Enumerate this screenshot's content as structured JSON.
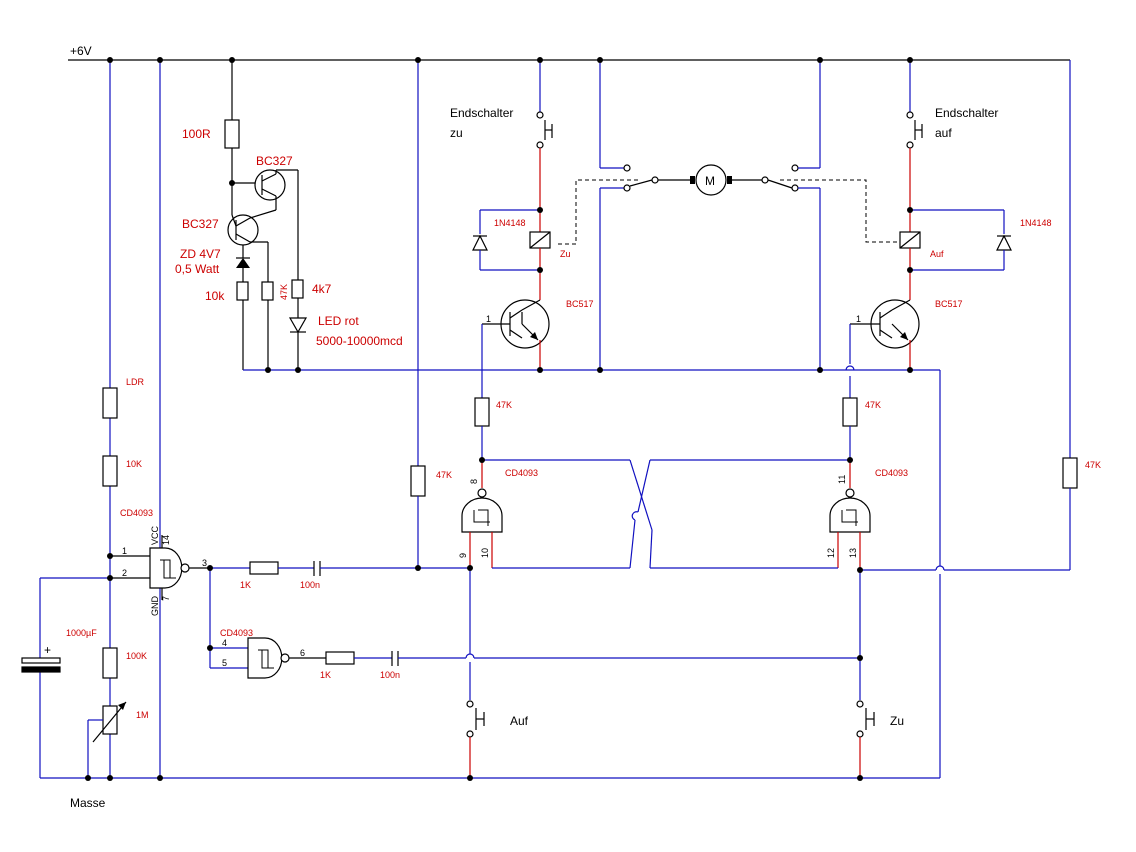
{
  "labels": {
    "supply": "+6V",
    "ground": "Masse",
    "r_100r": "100R",
    "q_bc327_1": "BC327",
    "q_bc327_2": "BC327",
    "zd_line1": "ZD 4V7",
    "zd_line2": "0,5 Watt",
    "r_10k_led": "10k",
    "r_47k_led": "47K",
    "r_4k7": "4k7",
    "led_line1": "LED  rot",
    "led_line2": "5000-10000mcd",
    "endschalter_left_1": "Endschalter",
    "endschalter_left_2": "zu",
    "endschalter_right_1": "Endschalter",
    "endschalter_right_2": "auf",
    "motor": "M",
    "diode_left": "1N4148",
    "diode_right": "1N4148",
    "relay_left": "Zu",
    "relay_right": "Auf",
    "q_bc517_left": "BC517",
    "q_bc517_right": "BC517",
    "q_pin_left": "1",
    "q_pin_right": "1",
    "r_47k_base_left": "47K",
    "r_47k_base_right": "47K",
    "ic_gate_b_name": "CD4093",
    "ic_gate_c_name": "CD4093",
    "ic_main_name": "CD4093",
    "ic_gate_d_name": "CD4093",
    "r_47k_mid": "47K",
    "r_47k_right": "47K",
    "r_ldr": "LDR",
    "r_10k": "10K",
    "r_100k": "100K",
    "pot_1m": "1M",
    "cap_1000uf": "1000µF",
    "cap_plus": "+",
    "r_1k_a": "1K",
    "cap_100n_a": "100n",
    "r_1k_b": "1K",
    "cap_100n_b": "100n",
    "btn_auf": "Auf",
    "btn_zu": "Zu",
    "pin_vcc": "VCC",
    "pin_gnd": "GND",
    "pin_14": "14",
    "pin_7": "7",
    "pin_1": "1",
    "pin_2": "2",
    "pin_3": "3",
    "pin_4": "4",
    "pin_5": "5",
    "pin_6": "6",
    "pin_8": "8",
    "pin_9": "9",
    "pin_10": "10",
    "pin_11": "11",
    "pin_12": "12",
    "pin_13": "13"
  },
  "colors": {
    "wire_blue": "#1010c0",
    "wire_black": "#000000",
    "wire_red": "#cc0000",
    "label_red": "#cc0000"
  }
}
